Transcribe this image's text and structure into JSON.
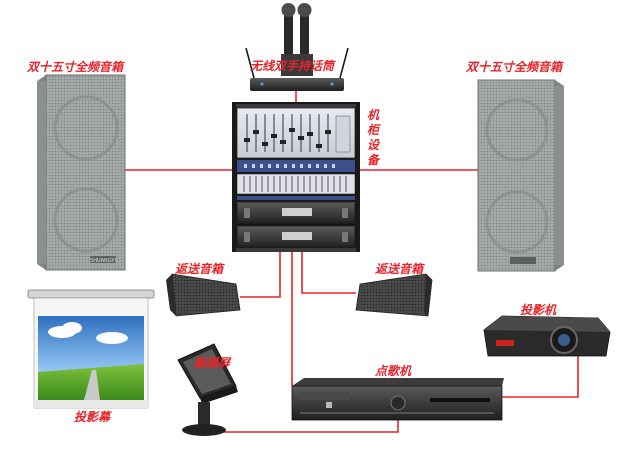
{
  "labels": {
    "left_speaker": "双十五寸全频音箱",
    "right_speaker": "双十五寸全频音箱",
    "microphone": "无线双手持话筒",
    "rack": "机柜设备",
    "left_monitor": "返送音箱",
    "right_monitor": "返送音箱",
    "projector": "投影机",
    "projection_screen": "投影幕",
    "touch_screen": "触摸屏",
    "karaoke_player": "点歌机"
  },
  "brand": {
    "speaker_logo": "SHUANGYI"
  },
  "colors": {
    "label": "#e8242a",
    "cable": "#e8242a",
    "speaker_body": "#9aa0a0",
    "equipment_dark": "#2b2b2b",
    "screen_sky": "#4a8fd6"
  }
}
